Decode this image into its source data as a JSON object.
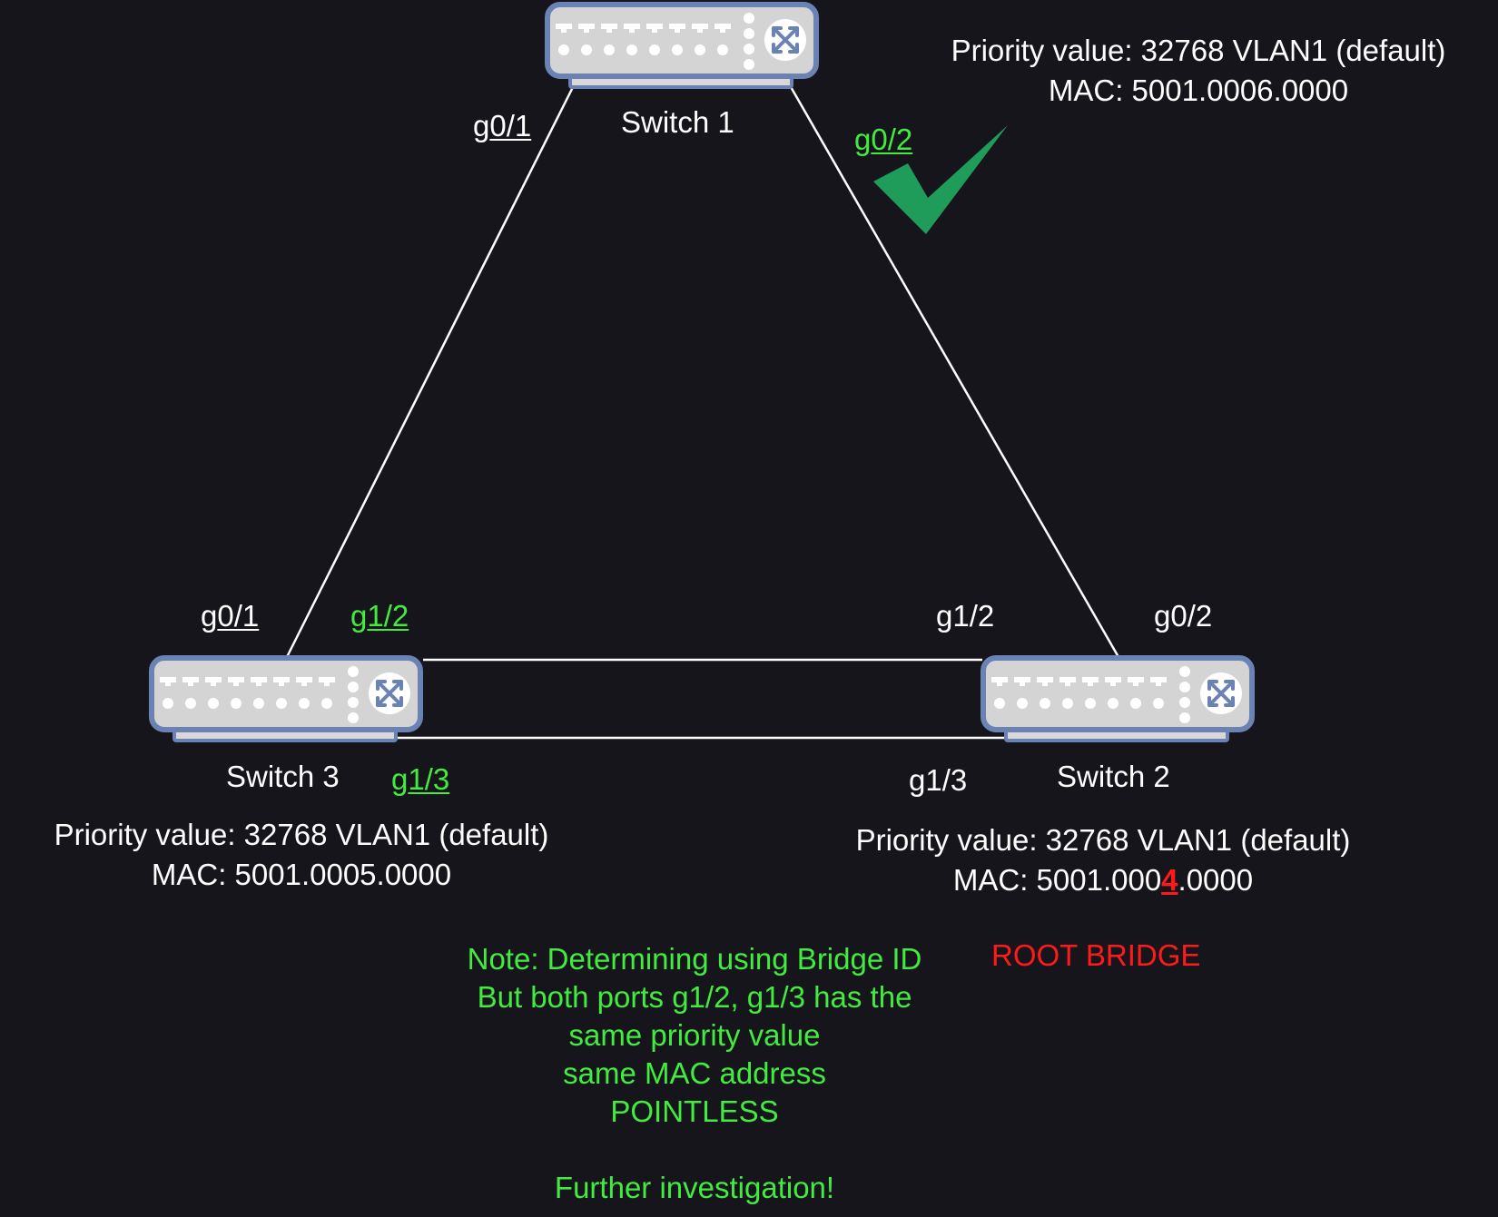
{
  "colors": {
    "background": "#16151c",
    "text": "#ffffff",
    "highlight_green": "#41ec3f",
    "highlight_red": "#ff1a1a",
    "checkmark": "#1f9c59",
    "switch_body": "#d4d4d4",
    "switch_border": "#6a82b4"
  },
  "switches": {
    "s1": {
      "label": "Switch 1",
      "priority": "Priority value: 32768 VLAN1 (default)",
      "mac": "MAC: 5001.0006.0000"
    },
    "s2": {
      "label": "Switch 2",
      "priority": "Priority value: 32768 VLAN1 (default)",
      "mac_prefix": "MAC: 5001.000",
      "mac_highlight": "4",
      "mac_suffix": ".0000",
      "role": "ROOT BRIDGE"
    },
    "s3": {
      "label": "Switch 3",
      "priority": "Priority value: 32768 VLAN1 (default)",
      "mac": "MAC: 5001.0005.0000"
    }
  },
  "ports": {
    "s1_g01_prefix": "g",
    "s1_g01_num": "0/1",
    "s1_g02_prefix": "g",
    "s1_g02_num": "0/2",
    "s3_g01_prefix": "g",
    "s3_g01_num": "0/1",
    "s3_g12_prefix": "g",
    "s3_g12_num": "1/2",
    "s3_g13_prefix": "g",
    "s3_g13_num": "1/3",
    "s2_g12": "g1/2",
    "s2_g02": "g0/2",
    "s2_g13": "g1/3"
  },
  "note": {
    "line1": "Note: Determining using Bridge ID",
    "line2": "But both ports g1/2, g1/3 has the",
    "line3": "same priority value",
    "line4": "same MAC address",
    "line5": "POINTLESS",
    "line6": "Further investigation!"
  },
  "icons": {
    "check": "checkmark-icon",
    "switch": "switch-icon"
  }
}
